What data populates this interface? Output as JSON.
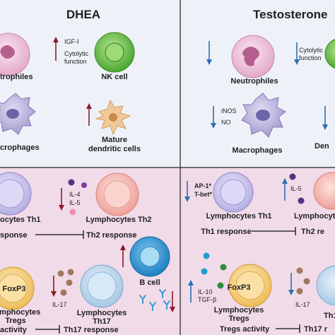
{
  "panels": {
    "left_title": "DHEA",
    "right_title": "Testosterone"
  },
  "left_top": {
    "neutrophils": "trophiles",
    "igf": "IGF-I",
    "cytolytic_1": "Cytolytic",
    "cytolytic_2": "function",
    "nk": "NK cell",
    "macrophages": "crophages",
    "mature_1": "Mature",
    "mature_2": "dendritic cells"
  },
  "right_top": {
    "neutrophils": "Neutrophiles",
    "cytolytic_1": "Cytolytic",
    "cytolytic_2": "function",
    "inos": "iNOS",
    "no": "NO",
    "macrophages": "Macrophages",
    "dendritic": "Den"
  },
  "left_bottom": {
    "th1_cell": "ocytes Th1",
    "th1_response": "sponse",
    "il4": "IL-4",
    "il5": "IL-5",
    "th2_cell": "Lymphocytes Th2",
    "th2_response": "Th2 response",
    "foxp3": "FoxP3",
    "lymph": "Lymphocytes",
    "tregs": "Tregs",
    "il17": "IL-17",
    "th17_1": "Lymphocytes",
    "th17_2": "Th17",
    "bcell": "B cell",
    "activity": "activity",
    "th17_response": "Th17  response"
  },
  "right_bottom": {
    "ap1": "AP-1*",
    "tbet": "T-bet*",
    "th1_cell": "Lymphocytes Th1",
    "th1_response": "Th1 response",
    "il5": "IL-5",
    "th2_cell": "Lymphocyt",
    "th2_response": "Th2 re",
    "il10": "IL-10",
    "tgf": "TGF-β",
    "foxp3": "FoxP3",
    "lymph": "Lymphocytes",
    "tregs": "Tregs",
    "il17": "IL-17",
    "th17": "Th1",
    "tregs_activity": "Tregs activity",
    "th17_response": "Th17 r"
  },
  "colors": {
    "pink_bg": "#f1dbe8",
    "border": "#444444",
    "up_arrow": "#8b1a2b",
    "down_arrow": "#2d6fb0",
    "neutrophil": "#e9b8d4",
    "nk_cell": "#6cbd45",
    "macrophage": "#b9b2dc",
    "dendritic": "#f1c99a",
    "th1": "#c9c3ee",
    "th2": "#f5b9b3",
    "treg": "#f4cf85",
    "th17": "#bfd9ec",
    "bcell": "#3a9bd3"
  }
}
